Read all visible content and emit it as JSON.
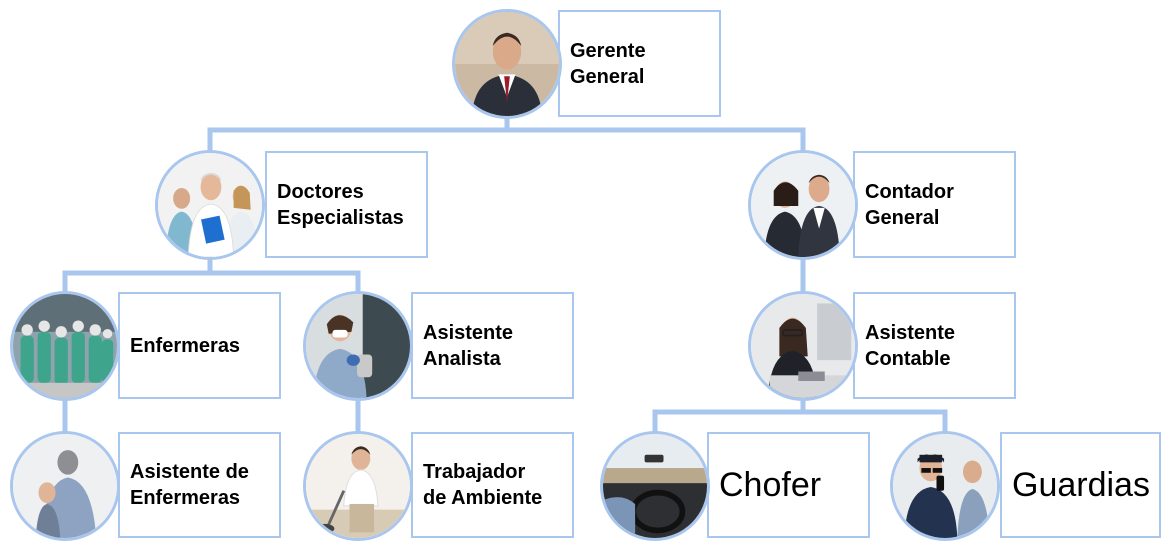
{
  "colors": {
    "line": "#a9c6ee",
    "box_border": "#a9c6ee",
    "text": "#000000"
  },
  "nodes": {
    "gerente": {
      "label": "Gerente\nGeneral",
      "icon": "manager-photo-icon"
    },
    "doctores": {
      "label": "Doctores\nEspecialistas",
      "icon": "doctors-photo-icon"
    },
    "contador": {
      "label": "Contador\nGeneral",
      "icon": "accountants-photo-icon"
    },
    "enfermeras": {
      "label": "Enfermeras",
      "icon": "nurses-photo-icon"
    },
    "asistente_analista": {
      "label": "Asistente\nAnalista",
      "icon": "analyst-assistant-photo-icon"
    },
    "asistente_contable": {
      "label": "Asistente\nContable",
      "icon": "accounting-assistant-photo-icon"
    },
    "asistente_enfermeras": {
      "label": "Asistente de\nEnfermeras",
      "icon": "nurse-assistant-photo-icon"
    },
    "trabajador_ambiente": {
      "label": "Trabajador\nde Ambiente",
      "icon": "cleaning-worker-photo-icon"
    },
    "chofer": {
      "label": "Chofer",
      "icon": "driver-photo-icon"
    },
    "guardias": {
      "label": "Guardias",
      "icon": "security-guards-photo-icon"
    }
  }
}
